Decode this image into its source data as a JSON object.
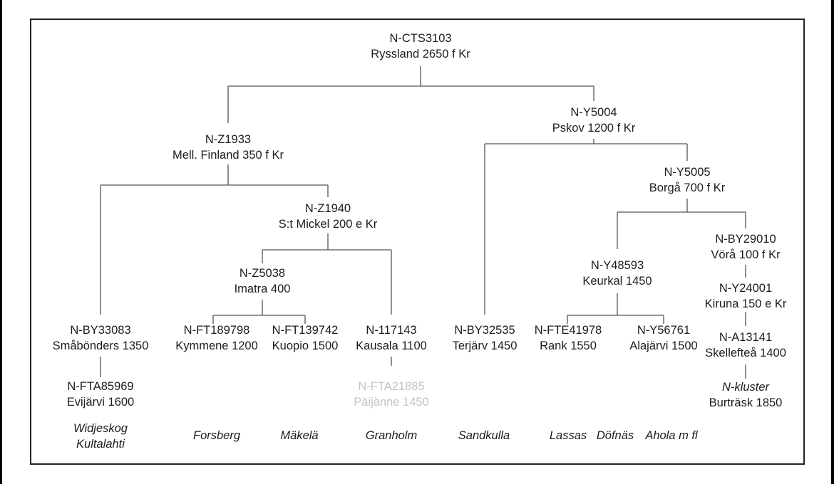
{
  "diagram": {
    "type": "haplogroup-tree",
    "nodes": {
      "root": {
        "id": "N-CTS3103",
        "place": "Ryssland 2650 f Kr"
      },
      "z1933": {
        "id": "N-Z1933",
        "place": "Mell. Finland 350 f Kr"
      },
      "y5004": {
        "id": "N-Y5004",
        "place": "Pskov 1200 f Kr"
      },
      "z1940": {
        "id": "N-Z1940",
        "place": "S:t Mickel 200 e Kr"
      },
      "y5005": {
        "id": "N-Y5005",
        "place": "Borgå 700 f Kr"
      },
      "z5038": {
        "id": "N-Z5038",
        "place": "Imatra 400"
      },
      "y48593": {
        "id": "N-Y48593",
        "place": "Keurkal 1450"
      },
      "by29010": {
        "id": "N-BY29010",
        "place": "Vörå 100 f Kr"
      },
      "y24001": {
        "id": "N-Y24001",
        "place": "Kiruna 150 e Kr"
      },
      "a13141": {
        "id": "N-A13141",
        "place": "Skellefteå 1400"
      },
      "kluster": {
        "id": "N-kluster",
        "place": "Burträsk 1850"
      },
      "by33083": {
        "id": "N-BY33083",
        "place": "Småbönders 1350"
      },
      "fta85969": {
        "id": "N-FTA85969",
        "place": "Evijärvi 1600"
      },
      "ft189798": {
        "id": "N-FT189798",
        "place": "Kymmene 1200"
      },
      "ft139742": {
        "id": "N-FT139742",
        "place": "Kuopio 1500"
      },
      "n117143": {
        "id": "N-117143",
        "place": "Kausala 1100"
      },
      "fta21885": {
        "id": "N-FTA21885",
        "place": "Päijänne 1450"
      },
      "by32535": {
        "id": "N-BY32535",
        "place": "Terjärv 1450"
      },
      "fte41978": {
        "id": "N-FTE41978",
        "place": "Rank 1550"
      },
      "y56761": {
        "id": "N-Y56761",
        "place": "Alajärvi 1500"
      }
    },
    "edges": [
      [
        "root",
        "z1933"
      ],
      [
        "root",
        "y5004"
      ],
      [
        "z1933",
        "by33083"
      ],
      [
        "z1933",
        "z1940"
      ],
      [
        "z1940",
        "z5038"
      ],
      [
        "z1940",
        "n117143"
      ],
      [
        "z5038",
        "ft189798"
      ],
      [
        "z5038",
        "ft139742"
      ],
      [
        "by33083",
        "fta85969"
      ],
      [
        "n117143",
        "fta21885"
      ],
      [
        "y5004",
        "by32535"
      ],
      [
        "y5004",
        "y5005"
      ],
      [
        "y5005",
        "y48593"
      ],
      [
        "y5005",
        "by29010"
      ],
      [
        "y48593",
        "fte41978"
      ],
      [
        "y48593",
        "y56761"
      ],
      [
        "by29010",
        "y24001"
      ],
      [
        "y24001",
        "a13141"
      ],
      [
        "a13141",
        "kluster"
      ]
    ],
    "surnames": {
      "widjeskog": "Widjeskog",
      "kultalahti": "Kultalahti",
      "forsberg": "Forsberg",
      "makela": "Mäkelä",
      "granholm": "Granholm",
      "sandkulla": "Sandkulla",
      "lassas": "Lassas",
      "dofnas": "Döfnäs",
      "ahola": "Ahola m fl"
    },
    "colors": {
      "text": "#1c1c1c",
      "lines": "#555555",
      "faded_text": "#c4c4c4",
      "frame": "#222222"
    }
  }
}
